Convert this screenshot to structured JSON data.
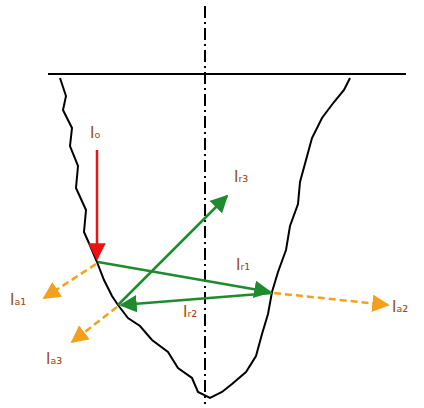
{
  "diagram": {
    "labels": [
      "Iₒ",
      "Iᵣ₃",
      "Iᵣ₁",
      "Iᵣ₂",
      "Iₐ₁",
      "Iₐ₂",
      "Iₐ₃"
    ]
  }
}
